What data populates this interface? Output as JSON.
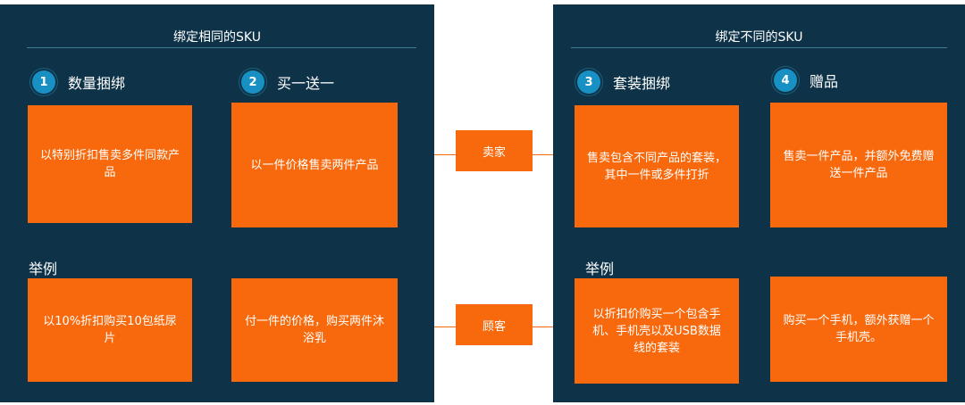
{
  "left_panel": {
    "title": "绑定相同的SKU",
    "steps": [
      {
        "number": "1",
        "label": "数量捆绑",
        "description": "以特别折扣售卖多件同款产品",
        "example": "以10%折扣购买10包纸尿片"
      },
      {
        "number": "2",
        "label": "买一送一",
        "description": "以一件价格售卖两件产品",
        "example": "付一件的价格，购买两件沐浴乳"
      }
    ],
    "example_label": "举例"
  },
  "right_panel": {
    "title": "绑定不同的SKU",
    "steps": [
      {
        "number": "3",
        "label": "套装捆绑",
        "description": "售卖包含不同产品的套装，其中一件或多件打折",
        "example": "以折扣价购买一个包含手机、手机壳以及USB数据线的套装"
      },
      {
        "number": "4",
        "label": "赠品",
        "description": "售卖一件产品，并额外免费赠送一件产品",
        "example": "购买一个手机，额外获赠一个手机壳。"
      }
    ],
    "example_label": "举例"
  },
  "center": {
    "seller_label": "卖家",
    "customer_label": "顾客"
  },
  "colors": {
    "panel_bg": "#0e3349",
    "box_orange": "#f7690c",
    "badge_blue": "#1890c4"
  }
}
